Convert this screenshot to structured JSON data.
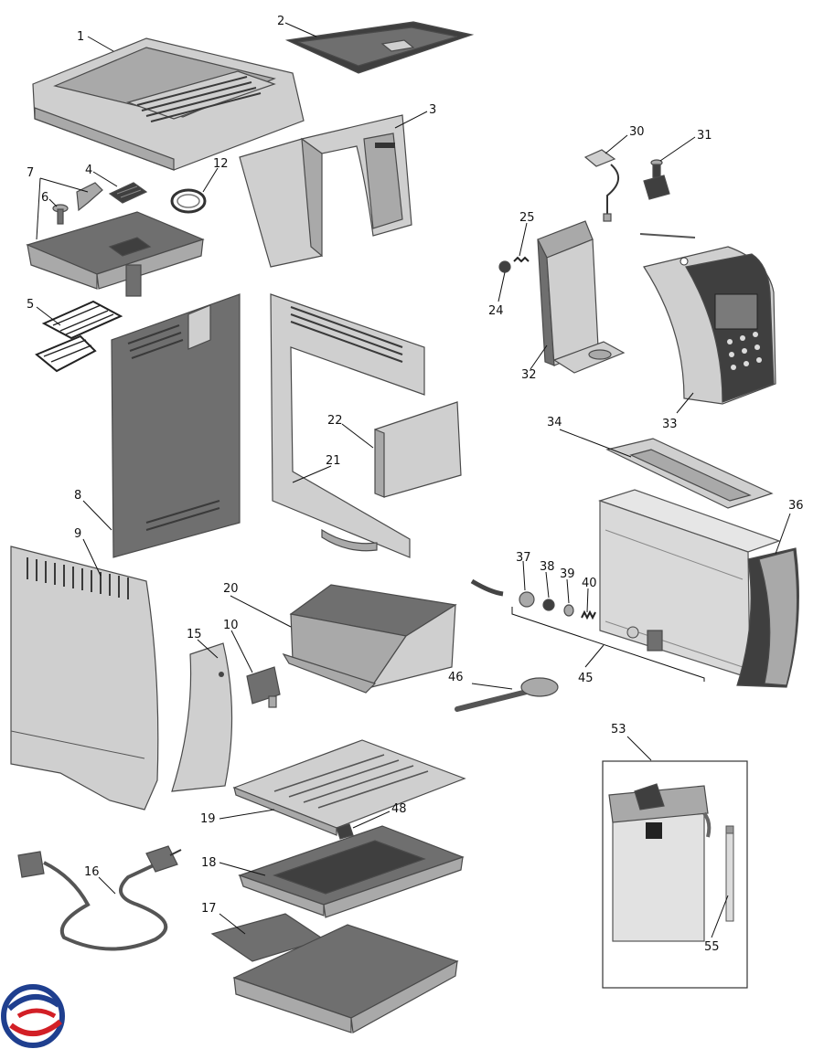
{
  "diagram": {
    "labels": [
      "1",
      "2",
      "3",
      "4",
      "5",
      "6",
      "7",
      "8",
      "9",
      "10",
      "12",
      "15",
      "16",
      "17",
      "18",
      "19",
      "20",
      "21",
      "22",
      "24",
      "25",
      "30",
      "31",
      "32",
      "33",
      "34",
      "36",
      "37",
      "38",
      "39",
      "40",
      "45",
      "46",
      "48",
      "53",
      "55"
    ]
  },
  "colors": {
    "light": "#cfcfcf",
    "mid": "#a9a9a9",
    "dark": "#6f6f6f",
    "very_dark": "#3f3f3f",
    "logo_blue": "#1f3f8f",
    "logo_red": "#d21f26"
  }
}
